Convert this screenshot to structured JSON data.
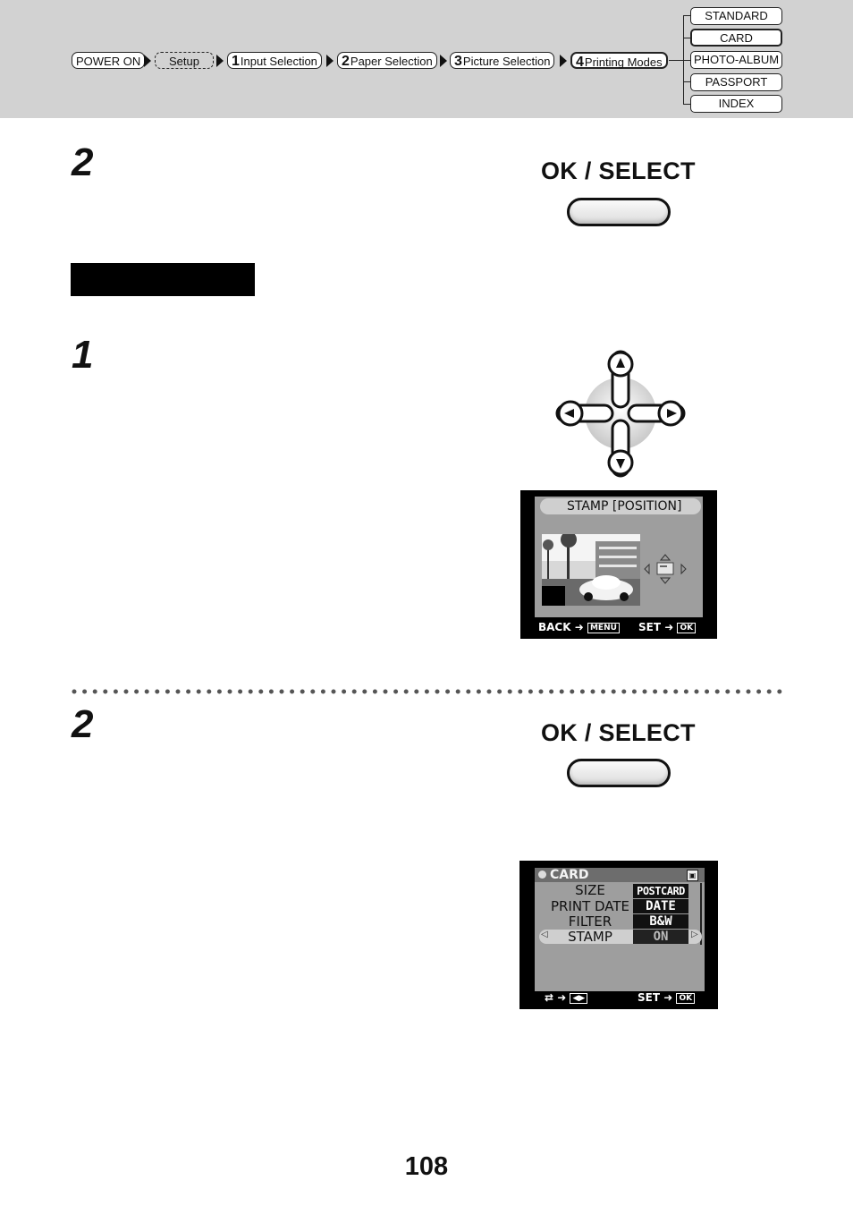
{
  "breadcrumb": {
    "power_on": "POWER ON",
    "setup": "Setup",
    "input_num": "1",
    "input_label": "Input Selection",
    "paper_num": "2",
    "paper_label": "Paper Selection",
    "picture_num": "3",
    "picture_label": "Picture Selection",
    "printing_num": "4",
    "printing_label": "Printing Modes"
  },
  "modes": [
    "STANDARD",
    "CARD",
    "PHOTO-ALBUM",
    "PASSPORT",
    "INDEX"
  ],
  "selected_mode": "CARD",
  "steps": {
    "top": "2",
    "middle": "1",
    "bottom": "2"
  },
  "ok_select_label": "OK / SELECT",
  "lcd_stamp": {
    "title": "STAMP [POSITION]",
    "back": "BACK",
    "menu": "MENU",
    "set": "SET",
    "ok": "OK"
  },
  "lcd_card": {
    "title": "CARD",
    "rows": [
      {
        "label": "SIZE",
        "value": "POSTCARD"
      },
      {
        "label": "PRINT DATE",
        "value": "DATE"
      },
      {
        "label": "FILTER",
        "value": "B&W"
      },
      {
        "label": "STAMP",
        "value": "ON"
      }
    ],
    "set": "SET",
    "ok": "OK"
  },
  "page_number": "108"
}
